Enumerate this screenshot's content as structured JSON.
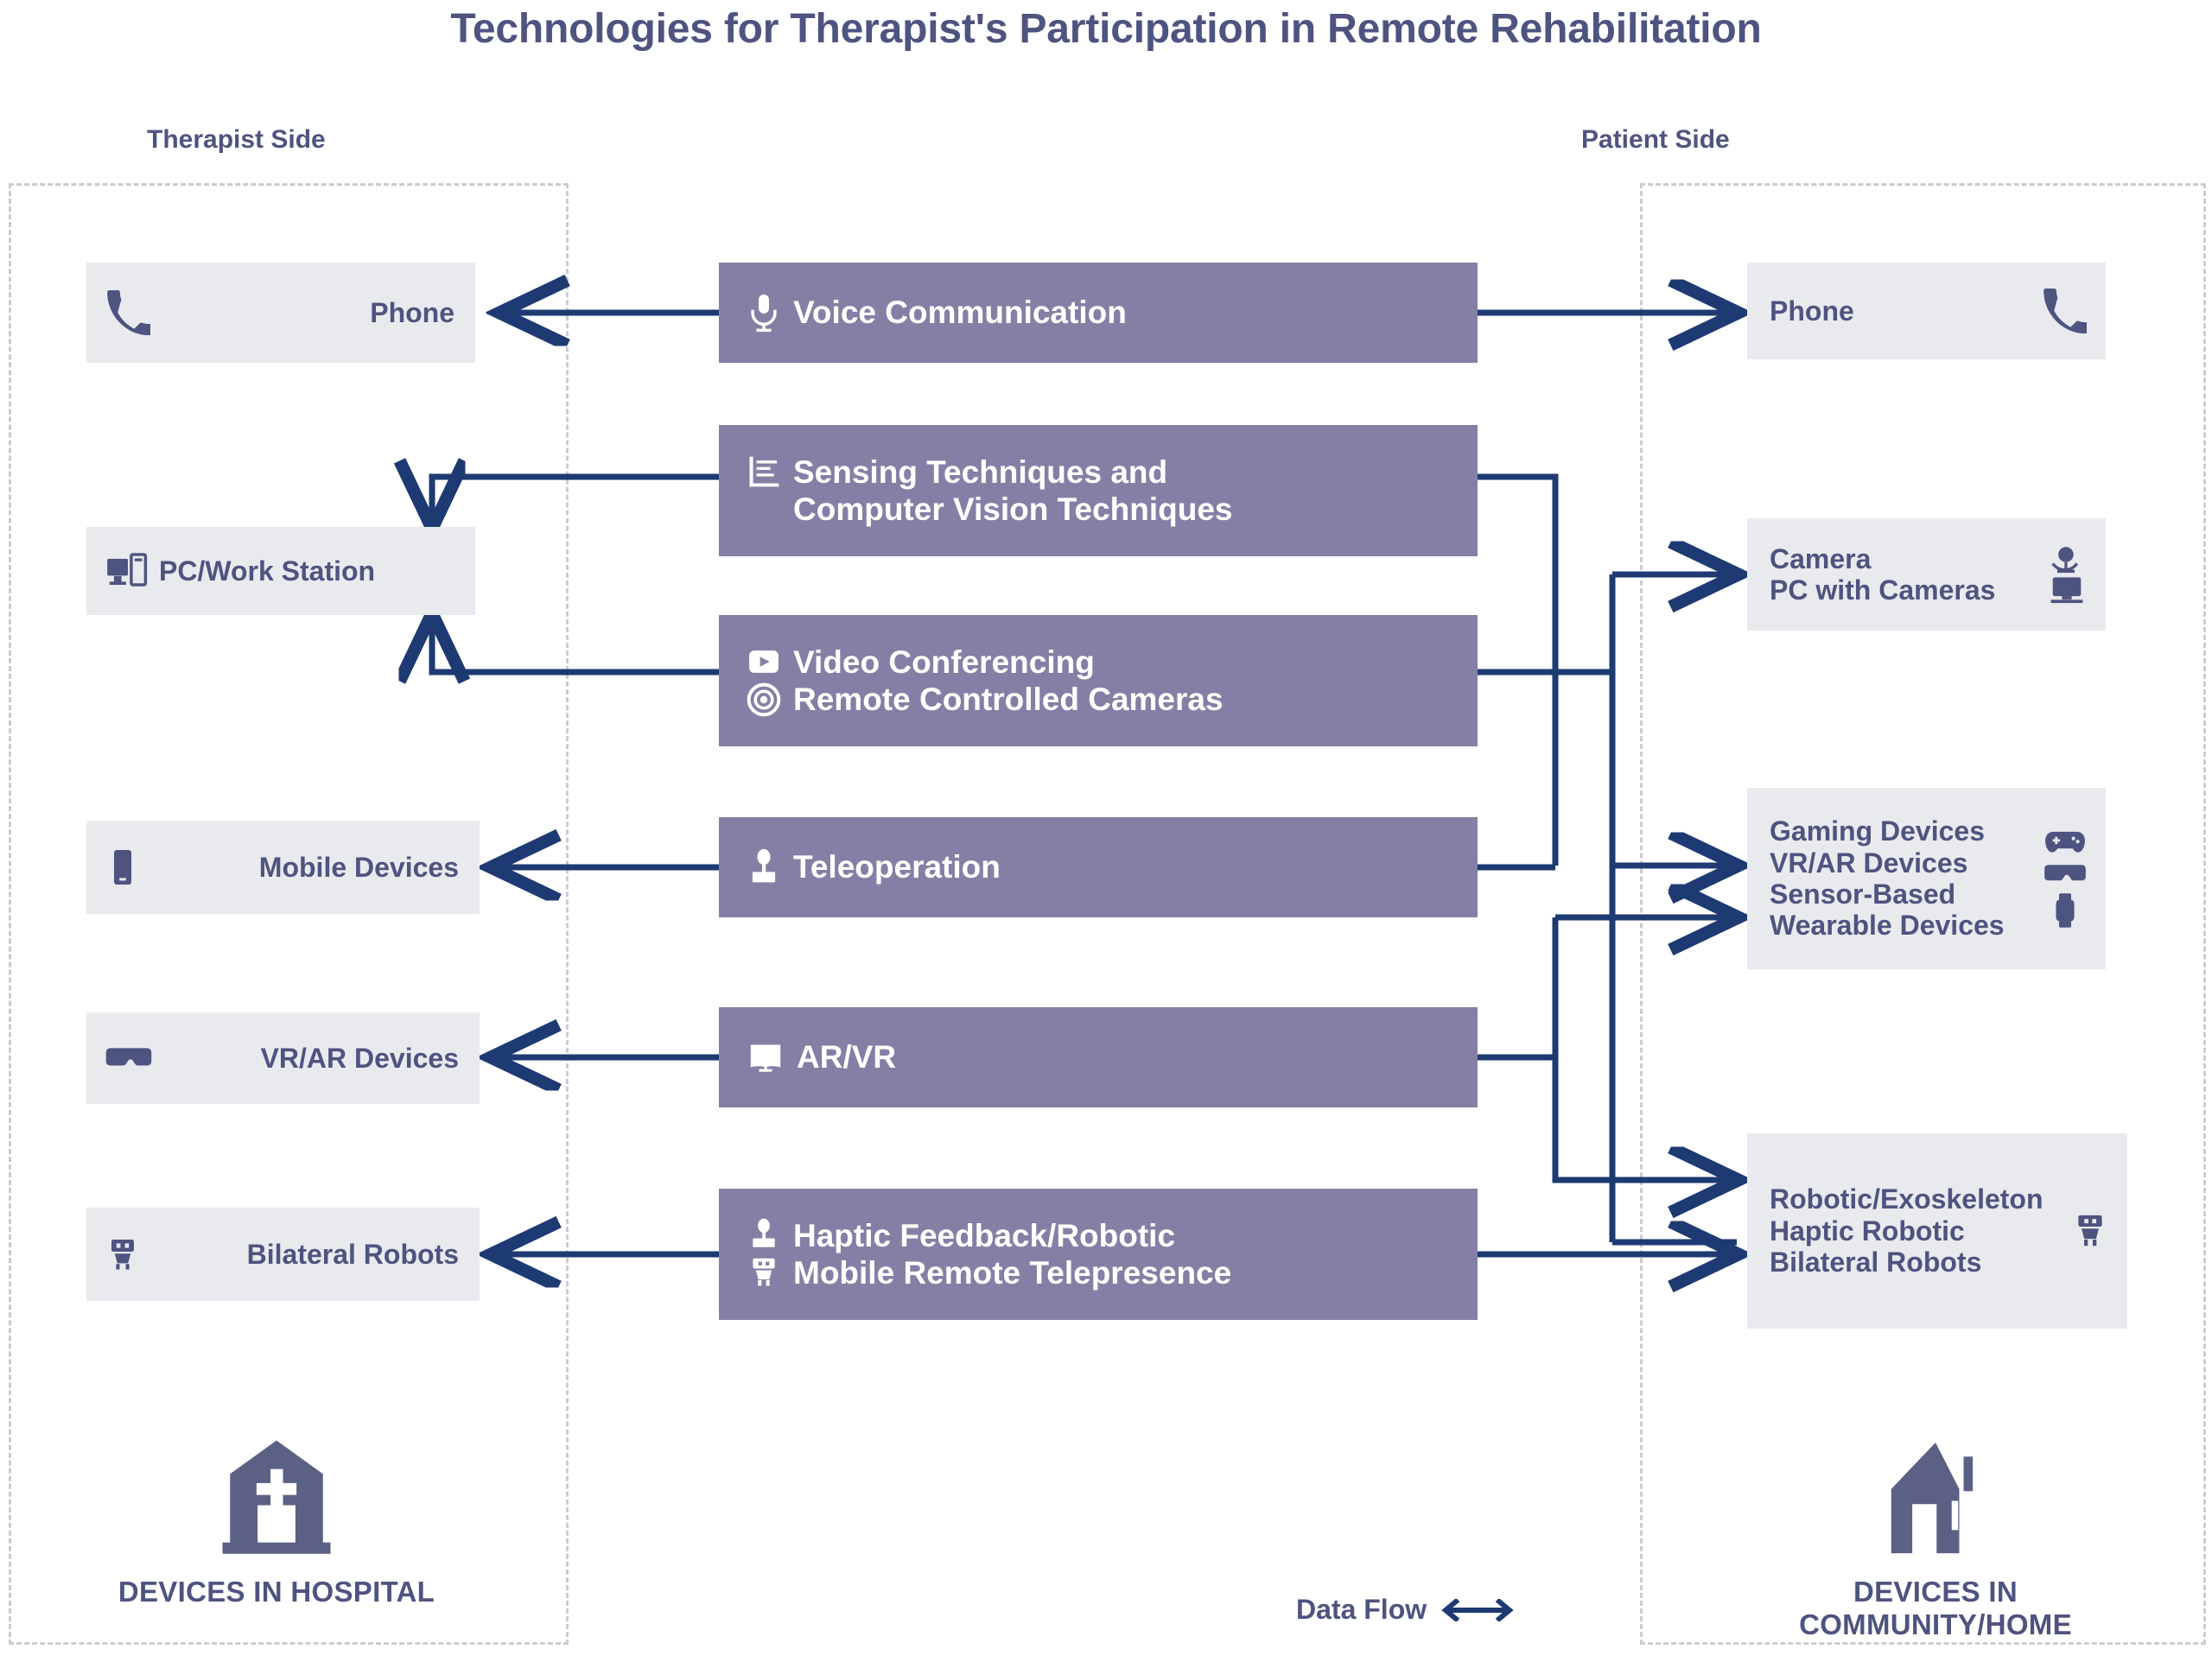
{
  "title": "Technologies for Therapist's Participation in Remote Rehabilitation",
  "sides": {
    "left_caption": "Therapist Side",
    "right_caption": "Patient Side"
  },
  "colors": {
    "accent_dark_blue": "#1d3a72",
    "node_purple": "#8480a5",
    "node_gray": "#e9eaee",
    "text_indigo": "#4e5480",
    "dashed_border": "#c9cbd4"
  },
  "therapist_nodes": [
    {
      "id": "phone",
      "label": "Phone",
      "icon": "phone-icon"
    },
    {
      "id": "pc",
      "label": "PC/Work Station",
      "icon": "workstation-icon"
    },
    {
      "id": "mobile",
      "label": "Mobile Devices",
      "icon": "mobile-device-icon"
    },
    {
      "id": "vrar",
      "label": "VR/AR Devices",
      "icon": "vr-headset-icon"
    },
    {
      "id": "robots",
      "label": "Bilateral Robots",
      "icon": "robot-plug-icon"
    }
  ],
  "technology_nodes": [
    {
      "id": "voice",
      "lines": [
        {
          "text": "Voice Communication",
          "icon": "microphone-icon"
        }
      ]
    },
    {
      "id": "sensing",
      "lines": [
        {
          "text": "Sensing Techniques and",
          "icon": "sensor-chart-icon"
        },
        {
          "text": "Computer Vision Techniques",
          "icon": "none"
        }
      ]
    },
    {
      "id": "video",
      "lines": [
        {
          "text": "Video Conferencing",
          "icon": "video-play-icon"
        },
        {
          "text": "Remote Controlled Cameras",
          "icon": "camera-lens-icon"
        }
      ]
    },
    {
      "id": "teleop",
      "lines": [
        {
          "text": "Teleoperation",
          "icon": "joystick-icon"
        }
      ]
    },
    {
      "id": "arvr",
      "lines": [
        {
          "text": "AR/VR",
          "icon": "ar-screen-icon"
        }
      ]
    },
    {
      "id": "haptic",
      "lines": [
        {
          "text": "Haptic Feedback/Robotic",
          "icon": "joystick-icon"
        },
        {
          "text": "Mobile Remote Telepresence",
          "icon": "robot-plug-icon"
        }
      ]
    }
  ],
  "patient_nodes": [
    {
      "id": "p-phone",
      "lines": [
        {
          "text": "Phone",
          "icon": "phone-icon"
        }
      ]
    },
    {
      "id": "p-camera",
      "lines": [
        {
          "text": "Camera",
          "icon": "webcam-icon"
        },
        {
          "text": "PC with Cameras",
          "icon": "pc-monitor-icon"
        }
      ]
    },
    {
      "id": "p-gaming",
      "lines": [
        {
          "text": "Gaming Devices",
          "icon": "gamepad-icon"
        },
        {
          "text": "VR/AR Devices",
          "icon": "vr-headset-icon"
        },
        {
          "text": "Sensor-Based",
          "icon": "smartwatch-icon"
        },
        {
          "text": "Wearable Devices",
          "icon": "none"
        }
      ]
    },
    {
      "id": "p-robotic",
      "lines": [
        {
          "text": "Robotic/Exoskeleton",
          "icon": "none"
        },
        {
          "text": "Haptic Robotic",
          "icon": "none"
        },
        {
          "text": "Bilateral Robots",
          "icon": "robot-plug-icon"
        }
      ]
    }
  ],
  "footer": {
    "left_label": "DEVICES IN HOSPITAL",
    "left_icon": "hospital-icon",
    "right_label_line1": "DEVICES IN",
    "right_label_line2": "COMMUNITY/HOME",
    "right_icon": "home-icon",
    "dataflow_label": "Data Flow",
    "dataflow_icon": "double-arrow-icon"
  }
}
